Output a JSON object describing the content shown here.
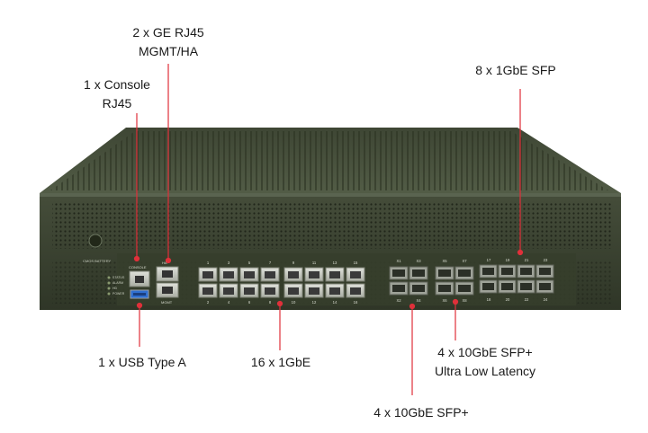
{
  "device": {
    "panel_labels": {
      "cmos_battery": "CMOS BATTERY",
      "console": "CONSOLE",
      "ha": "HA",
      "mgmt": "MGMT",
      "status": "STATUS",
      "alarm": "ALARM",
      "hd": "HD",
      "power": "POWER"
    },
    "ge_port_numbers_top": [
      "1",
      "3",
      "5",
      "7",
      "9",
      "11",
      "13",
      "15"
    ],
    "ge_port_numbers_bottom": [
      "2",
      "4",
      "6",
      "8",
      "10",
      "12",
      "14",
      "16"
    ],
    "sfp_plus_labels_top_a": [
      "X1",
      "X3"
    ],
    "sfp_plus_labels_bottom_a": [
      "X2",
      "X4"
    ],
    "sfp_plus_labels_top_b": [
      "X5",
      "X7"
    ],
    "sfp_plus_labels_bottom_b": [
      "X6",
      "X8"
    ],
    "sfp_labels_top": [
      "17",
      "19",
      "21",
      "23"
    ],
    "sfp_labels_bottom": [
      "18",
      "20",
      "22",
      "24"
    ]
  },
  "callouts": {
    "mgmt_ha": [
      "2 x GE RJ45",
      "MGMT/HA"
    ],
    "console": [
      "1 x Console",
      "RJ45"
    ],
    "sfp": [
      "8 x 1GbE SFP"
    ],
    "usb": [
      "1 x USB Type A"
    ],
    "ge": [
      "16 x 1GbE"
    ],
    "ull": [
      "4 x 10GbE SFP+",
      "Ultra Low Latency"
    ],
    "sfp_plus": [
      "4 x 10GbE SFP+"
    ]
  },
  "colors": {
    "chassis_front": "#3a4230",
    "chassis_top": "#4a5340",
    "leader": "#e0303a",
    "port_metal": "#c9ccc4",
    "usb_blue": "#2f6fd1"
  }
}
